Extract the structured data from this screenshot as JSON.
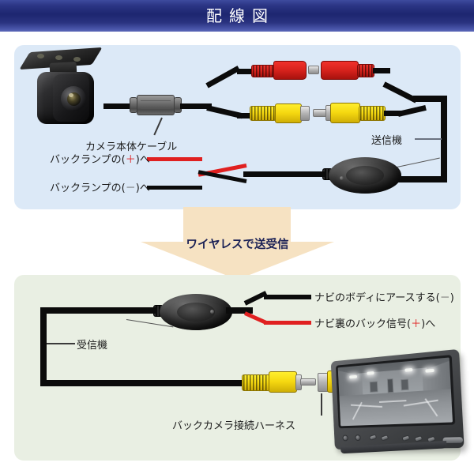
{
  "header": {
    "title": "配線図"
  },
  "panels": {
    "top": {
      "name": "transmitter-section",
      "background_color": "#dce9f7"
    },
    "bottom": {
      "name": "receiver-section",
      "background_color": "#e9efe3"
    }
  },
  "arrow": {
    "label": "ワイヤレスで送受信",
    "color": "#f6e2c2"
  },
  "top_section": {
    "camera_cable_label": "カメラ本体ケーブル",
    "transmitter_label": "送信機",
    "backlamp_plus": {
      "prefix": "バックランプの",
      "symbol": "＋",
      "suffix": "へ",
      "open_paren": "(",
      "close_paren": ")",
      "symbol_color": "#e02020"
    },
    "backlamp_minus": {
      "prefix": "バックランプの",
      "symbol": "－",
      "suffix": "へ",
      "open_paren": "(",
      "close_paren": ")",
      "symbol_color": "#666666"
    }
  },
  "bottom_section": {
    "receiver_label": "受信機",
    "harness_label": "バックカメラ接続ハーネス",
    "nav_ground": {
      "prefix": "ナビのボディにアースする",
      "symbol": "－",
      "suffix": "",
      "open_paren": "(",
      "close_paren": ")",
      "symbol_color": "#666666"
    },
    "nav_back_signal": {
      "prefix": "ナビ裏のバック信号",
      "symbol": "＋",
      "suffix": "へ",
      "open_paren": "(",
      "close_paren": ")",
      "symbol_color": "#e02020"
    }
  },
  "colors": {
    "header_blue": "#1d2670",
    "wire_red": "#e02020",
    "wire_black": "#000000",
    "connector_red": "#d8231d",
    "connector_yellow": "#f5d810",
    "connector_green": "#33bb33"
  }
}
